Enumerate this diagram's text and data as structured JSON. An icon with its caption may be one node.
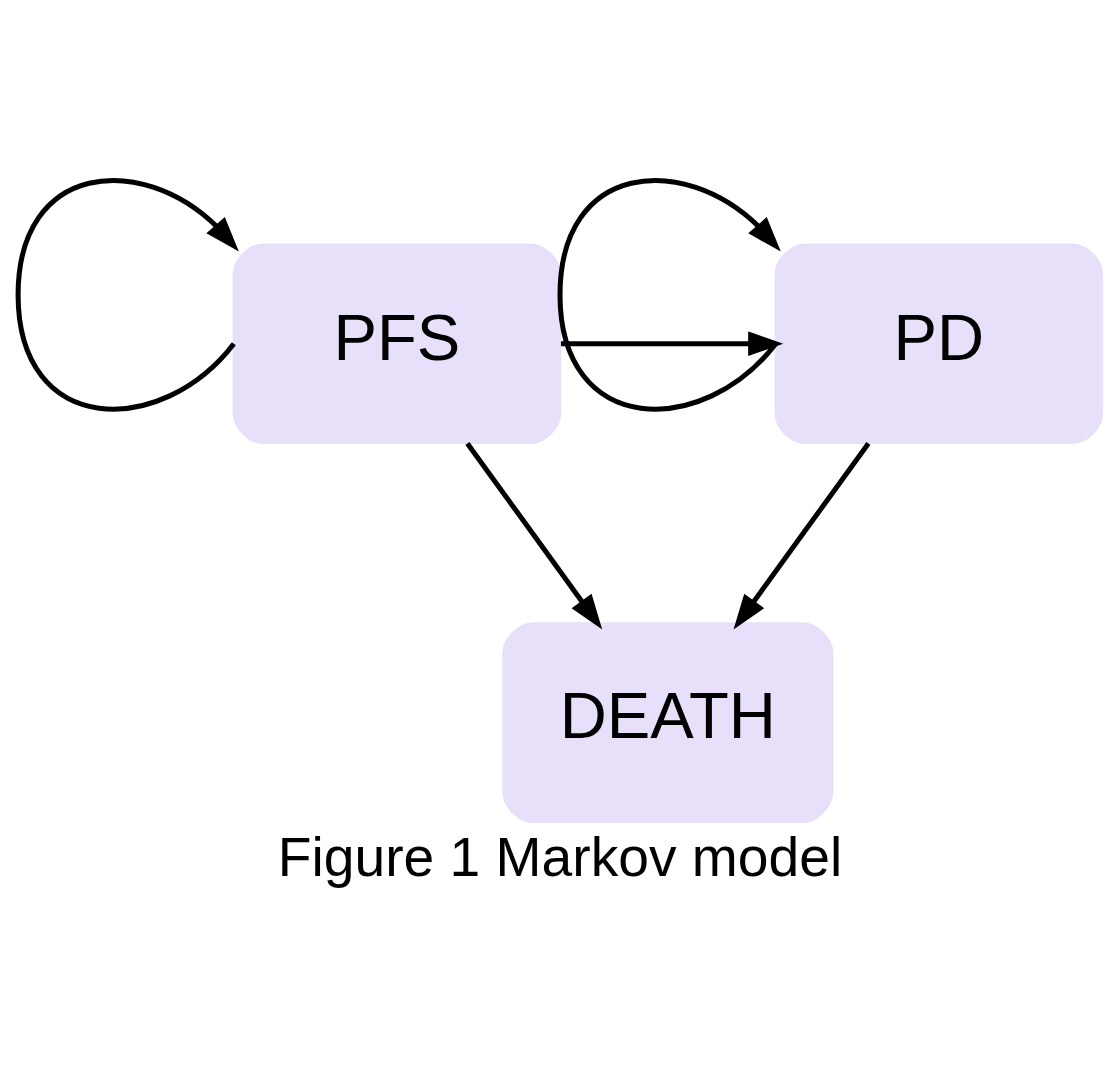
{
  "diagram": {
    "caption": "Figure 1 Markov model",
    "nodes": [
      {
        "text": [
          "PFS"
        ]
      },
      {
        "text": [
          "PD"
        ]
      },
      {
        "text": [
          "DEATH"
        ]
      }
    ],
    "edges": [
      {
        "from": 0,
        "to": 0,
        "arrow": "to"
      },
      {
        "from": 1,
        "to": 1,
        "arrow": "to"
      },
      {
        "from": 0,
        "to": 1,
        "arrow": "to"
      },
      {
        "from": 0,
        "to": 2,
        "arrow": "to"
      },
      {
        "from": 1,
        "to": 2,
        "arrow": "to"
      }
    ]
  }
}
